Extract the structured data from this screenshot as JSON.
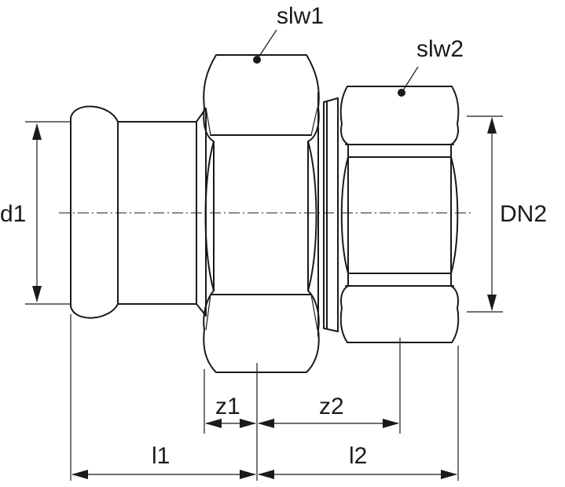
{
  "labels": {
    "slw1": "slw1",
    "slw2": "slw2",
    "d1": "d1",
    "dn2": "DN2",
    "z1": "z1",
    "z2": "z2",
    "l1": "l1",
    "l2": "l2"
  },
  "colors": {
    "line": "#1a1a1a",
    "background": "#ffffff"
  }
}
